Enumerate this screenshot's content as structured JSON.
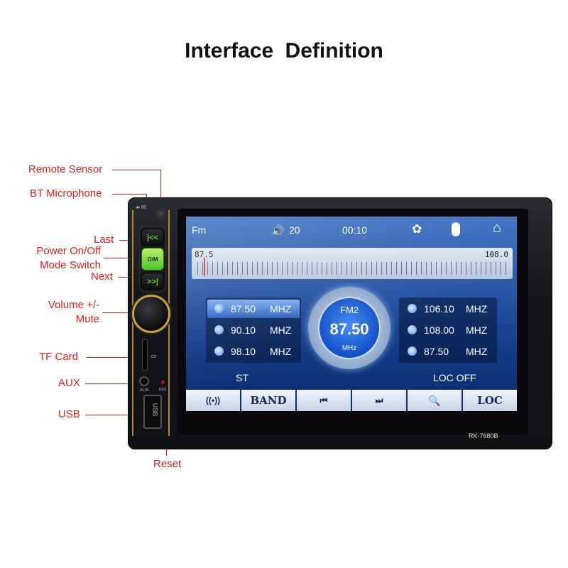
{
  "title": "Interface  Definition",
  "callouts": {
    "remote_sensor": "Remote Sensor",
    "bt_microphone": "BT Microphone",
    "last": "Last",
    "power_line1": "Power On/Off",
    "power_line2": "Mode Switch",
    "next": "Next",
    "volume_line1": "Volume +/-",
    "volume_line2": "Mute",
    "tf_card": "TF Card",
    "aux": "AUX",
    "usb": "USB",
    "reset": "Reset"
  },
  "device": {
    "model": "RK-7680B",
    "ir_label": "IR",
    "power_button_label": "O/M",
    "aux_label": "AUX",
    "res_label": "RES",
    "usb_label": "USB",
    "last_glyph": "|<<",
    "next_glyph": ">>|"
  },
  "screen": {
    "status": {
      "band_label": "Fm",
      "volume_icon": "🔊",
      "volume": "20",
      "clock": "00:10",
      "settings_icon": "✿",
      "home_icon": "⌂"
    },
    "ruler": {
      "min_label": "87.5",
      "max_label": "108.0",
      "current_fraction": 0.0
    },
    "presets_left": [
      {
        "freq": "87.50",
        "unit": "MHZ",
        "selected": true
      },
      {
        "freq": "90.10",
        "unit": "MHZ",
        "selected": false
      },
      {
        "freq": "98.10",
        "unit": "MHZ",
        "selected": false
      }
    ],
    "presets_right": [
      {
        "freq": "106.10",
        "unit": "MHZ"
      },
      {
        "freq": "108.00",
        "unit": "MHZ"
      },
      {
        "freq": "87.50",
        "unit": "MHZ"
      }
    ],
    "dial": {
      "band": "FM2",
      "freq": "87.50",
      "unit": "MHz"
    },
    "st_label": "ST",
    "loc_status": "LOC OFF",
    "tabs": [
      {
        "label": "((•))",
        "icon": "signal-icon"
      },
      {
        "label": "BAND"
      },
      {
        "label": "⏮",
        "icon": "prev-track-icon"
      },
      {
        "label": "⏭",
        "icon": "next-track-icon"
      },
      {
        "label": "🔍",
        "icon": "search-icon"
      },
      {
        "label": "LOC"
      }
    ]
  },
  "colors": {
    "callout": "#e0201a",
    "accent_green": "#6fd23a",
    "trim_gold": "#b08a2a"
  }
}
